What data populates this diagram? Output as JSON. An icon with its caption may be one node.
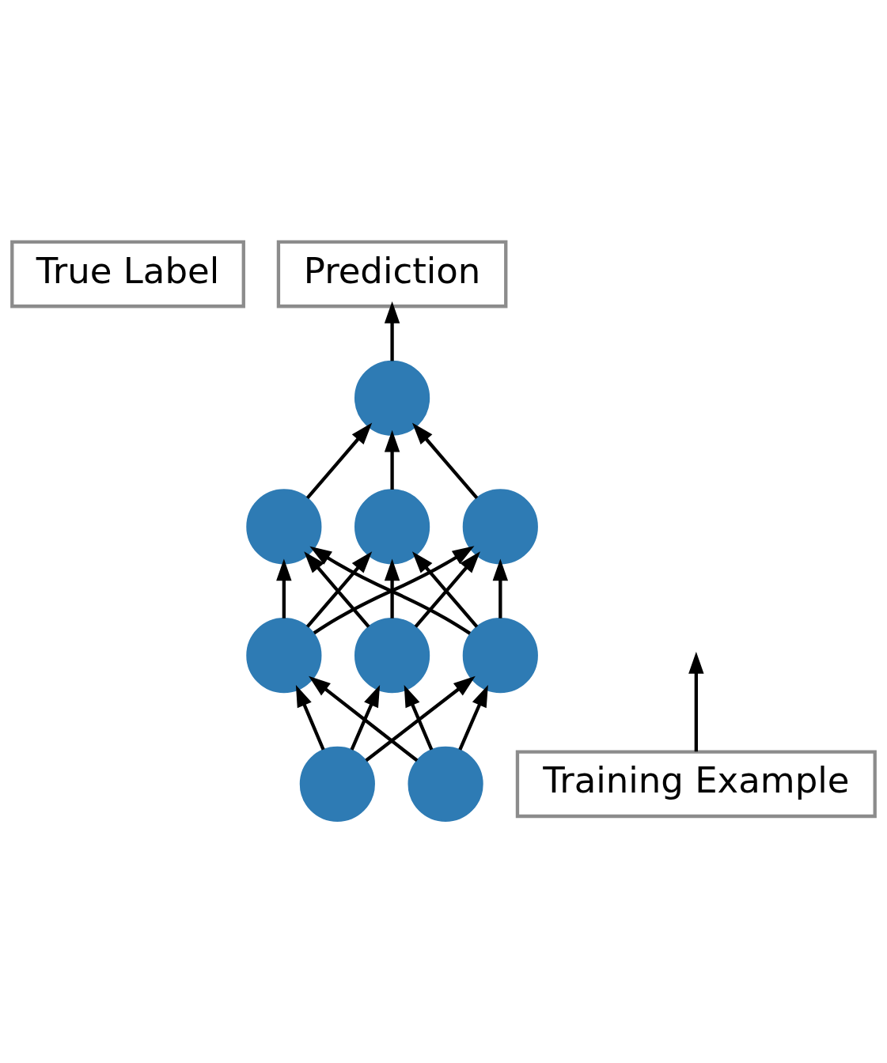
{
  "diagram": {
    "nodes": [
      {
        "text": [
          "True Label"
        ]
      },
      {
        "text": [
          "Prediction"
        ]
      },
      {
        "text": [],
        "shape": "circle"
      },
      {
        "text": [],
        "shape": "circle"
      },
      {
        "text": [],
        "shape": "circle"
      },
      {
        "text": [],
        "shape": "circle"
      },
      {
        "text": [],
        "shape": "circle"
      },
      {
        "text": [],
        "shape": "circle"
      },
      {
        "text": [],
        "shape": "circle"
      },
      {
        "text": [],
        "shape": "circle"
      },
      {
        "text": [],
        "shape": "circle"
      },
      {
        "text": [
          "Training Example"
        ]
      }
    ],
    "edges": [
      {
        "from": 11,
        "to": null,
        "arrow": "to"
      },
      {
        "from": 9,
        "to": 6,
        "arrow": "to"
      },
      {
        "from": 9,
        "to": 7,
        "arrow": "to"
      },
      {
        "from": 9,
        "to": 8,
        "arrow": "to"
      },
      {
        "from": 10,
        "to": 6,
        "arrow": "to"
      },
      {
        "from": 10,
        "to": 7,
        "arrow": "to"
      },
      {
        "from": 10,
        "to": 8,
        "arrow": "to"
      },
      {
        "from": 6,
        "to": 3,
        "arrow": "to"
      },
      {
        "from": 6,
        "to": 4,
        "arrow": "to"
      },
      {
        "from": 6,
        "to": 5,
        "arrow": "to"
      },
      {
        "from": 7,
        "to": 3,
        "arrow": "to"
      },
      {
        "from": 7,
        "to": 4,
        "arrow": "to"
      },
      {
        "from": 7,
        "to": 5,
        "arrow": "to"
      },
      {
        "from": 8,
        "to": 3,
        "arrow": "to"
      },
      {
        "from": 8,
        "to": 4,
        "arrow": "to"
      },
      {
        "from": 8,
        "to": 5,
        "arrow": "to"
      },
      {
        "from": 3,
        "to": 2,
        "arrow": "to"
      },
      {
        "from": 4,
        "to": 2,
        "arrow": "to"
      },
      {
        "from": 5,
        "to": 2,
        "arrow": "to"
      },
      {
        "from": 2,
        "to": 1,
        "arrow": "to"
      }
    ]
  }
}
